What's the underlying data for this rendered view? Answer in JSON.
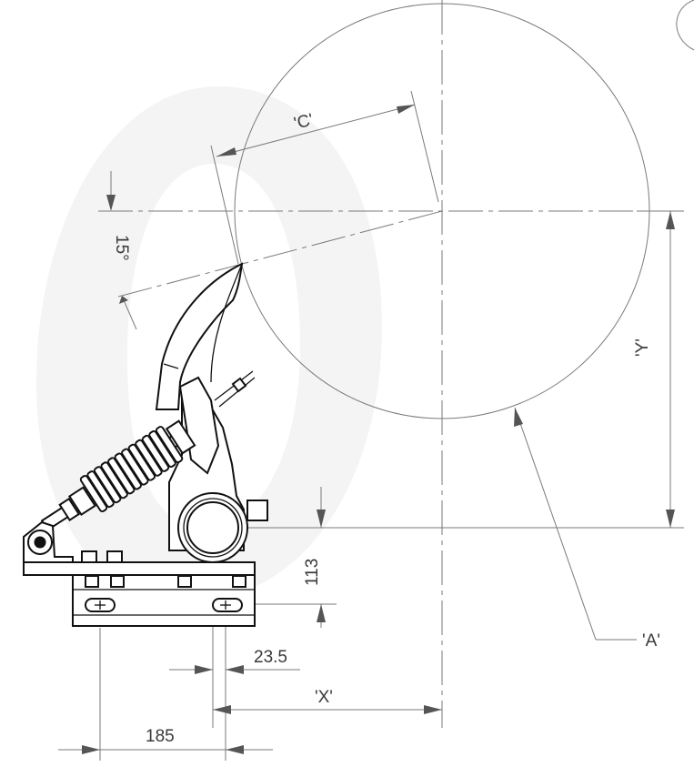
{
  "dimensions": {
    "c_label": "'C'",
    "angle_label": "15°",
    "y_label": "'Y'",
    "a_label": "'A'",
    "height_113": "113",
    "offset_23_5": "23.5",
    "x_label": "'X'",
    "width_185": "185"
  }
}
